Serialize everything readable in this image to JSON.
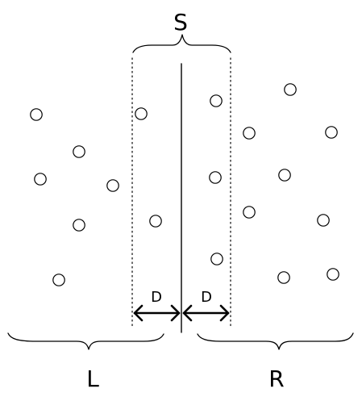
{
  "labels": {
    "s": "S",
    "l": "L",
    "r": "R",
    "d_left": "D",
    "d_right": "D"
  },
  "colors": {
    "ink": "#000000",
    "background": "#ffffff"
  }
}
